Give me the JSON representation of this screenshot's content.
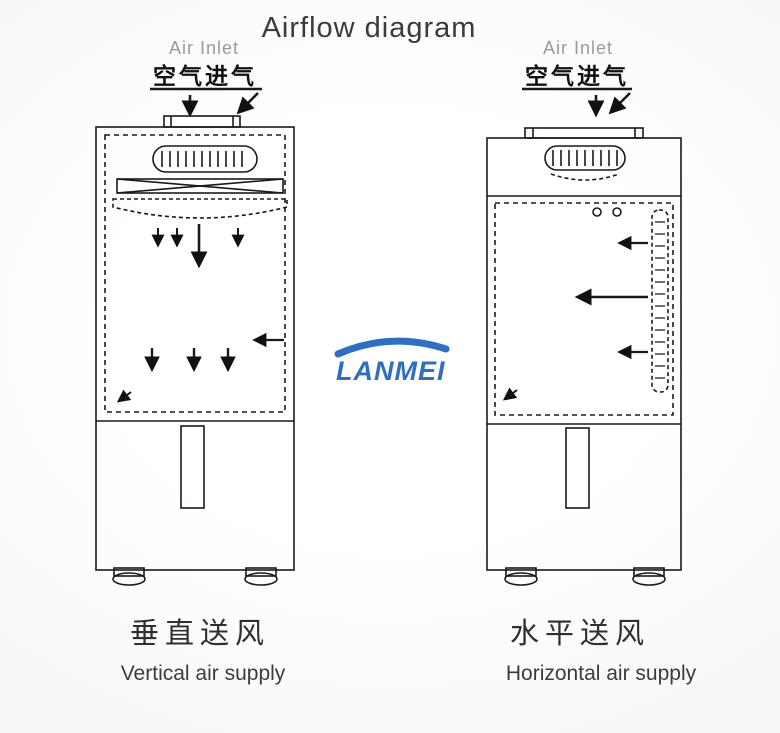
{
  "title": "Airflow diagram",
  "logo": {
    "text": "LANMEI",
    "color": "#2e6fc0"
  },
  "left_unit": {
    "air_inlet_en": "Air Inlet",
    "air_inlet_cn": "空气进气",
    "caption_cn": "垂直送风",
    "caption_en": "Vertical air supply"
  },
  "right_unit": {
    "air_inlet_en": "Air Inlet",
    "air_inlet_cn": "空气进气",
    "caption_cn": "水平送风",
    "caption_en": "Horizontal air supply"
  },
  "colors": {
    "line": "#1a1a1a",
    "label_gray": "#9a9a9a",
    "text_dark": "#2f2f2f",
    "logo_blue": "#2e6fc0",
    "background": "#f2f2f2"
  }
}
